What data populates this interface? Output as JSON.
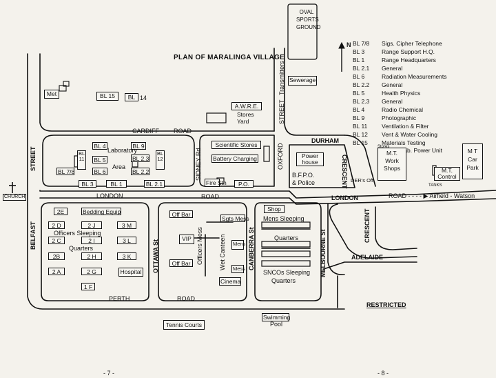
{
  "title": "PLAN OF MARALINGA VILLAGE",
  "north": "N",
  "legend": [
    {
      "code": "BL 7/8",
      "desc": "Sigs. Cipher Telephone"
    },
    {
      "code": "BL 3",
      "desc": "Range Support H.Q."
    },
    {
      "code": "BL 1",
      "desc": "Range Headquarters"
    },
    {
      "code": "BL 2.1",
      "desc": "General"
    },
    {
      "code": "BL 6",
      "desc": "Radiation Measurements"
    },
    {
      "code": "BL 2.2",
      "desc": "General"
    },
    {
      "code": "BL 5",
      "desc": "Health Physics"
    },
    {
      "code": "BL 2.3",
      "desc": "General"
    },
    {
      "code": "BL 4",
      "desc": "Radio Chemical"
    },
    {
      "code": "BL 9",
      "desc": "Photographic"
    },
    {
      "code": "BL 11",
      "desc": "Ventilation & Filter"
    },
    {
      "code": "BL 12",
      "desc": "Vent & Water Cooling"
    },
    {
      "code": "BL 15",
      "desc": "Materials Testing"
    },
    {
      "code": "",
      "desc": "BL 14 Stab. Power Unit"
    }
  ],
  "roads": {
    "cardiff": "CARDIFF",
    "cardiff_road": "ROAD",
    "street_top": "STREET",
    "transmitters": "Transmitters",
    "belfast_street": "STREET",
    "belfast": "BELFAST",
    "london_west": "LONDON",
    "london_road": "ROAD",
    "london_east": "LONDON",
    "airfield": "ROAD - - - - ▶ Airfield - Watson",
    "sidney": "SIDNEY Rd",
    "oxford": "OXFORD",
    "durham": "DURHAM",
    "crescent_east": "CRESCENT",
    "ottawa": "OTTAWA St",
    "canberra": "CANBERRA St",
    "melbourne": "MELBOURNE St",
    "crescent_south": "CRESCENT",
    "adelaide": "ADELAIDE",
    "perth": "PERTH",
    "perth_road": "ROAD",
    "restricted": "RESTRICTED"
  },
  "church": "CHURCH",
  "oval": "OVAL SPORTS GROUND",
  "north_buildings": {
    "met": "Met",
    "bl15": "BL 15",
    "bl14_box": "BL",
    "bl14_num": "14",
    "awre": "A.W.R.E.",
    "stores_yard": "Stores Yard",
    "sewerage": "Sewerage"
  },
  "lab": {
    "bl4": "BL 4",
    "bl9": "BL 9",
    "bl11": "BL 11",
    "laboratory": "Laboratory",
    "bl5": "BL 5",
    "bl23": "BL 2.3",
    "bl12": "BL 12",
    "area": "Area",
    "bl78": "BL 7/8",
    "bl6": "BL 6",
    "bl22": "BL 2.2",
    "bl3": "BL 3",
    "bl1": "BL 1",
    "bl21": "BL 2.1"
  },
  "central": {
    "sci_stores": "Scientific Stores",
    "battery": "Battery Charging",
    "fire": "Fire Stn",
    "po": "P.O."
  },
  "durham_block": {
    "power_house": "Power house",
    "bfpo": "B.F.P.O.",
    "police": "& Police"
  },
  "east": {
    "mt_work": "M.T. Work Shops",
    "ders": "DER's Off.",
    "mt_control": "M.T. Control",
    "mt_car_park": "M T Car Park",
    "tanks": "TANKS",
    "stores_small": "Stores"
  },
  "officers": {
    "b2e": "2E",
    "bedding": "Bedding Equip",
    "b2d": "2 D",
    "b2j": "2 J",
    "b3m": "3 M",
    "officers_sleeping": "Officers   Sleeping",
    "b2c": "2 C",
    "b2i": "2 I",
    "b3l": "3 L",
    "quarters": "Quarters",
    "b2b": "2B",
    "b2h": "2 H",
    "b3k": "3 K",
    "b2a": "2 A",
    "b2g": "2 G",
    "hospital": "Hospital",
    "b1f": "1 F"
  },
  "mess": {
    "off_bar_top": "Off Bar",
    "vip": "VIP",
    "officers_mess": "Officers Mess",
    "sgts_mess": "Sgts Mess",
    "wet_canteen": "Wet Canteen",
    "mens": "Mens",
    "mess": "Mess",
    "off_bar_bottom": "Off Bar",
    "cinema": "Cinema"
  },
  "mens_block": {
    "shop": "Shop",
    "mens_sleeping": "Mens Sleeping",
    "quarters": "Quarters",
    "sncos_sleeping": "SNCOs Sleeping",
    "sncos_quarters": "Quarters"
  },
  "south": {
    "tennis": "Tennis Courts",
    "swimming": "Swimming",
    "pool": "Pool"
  },
  "pages": {
    "left": "- 7 -",
    "right": "- 8 -"
  }
}
